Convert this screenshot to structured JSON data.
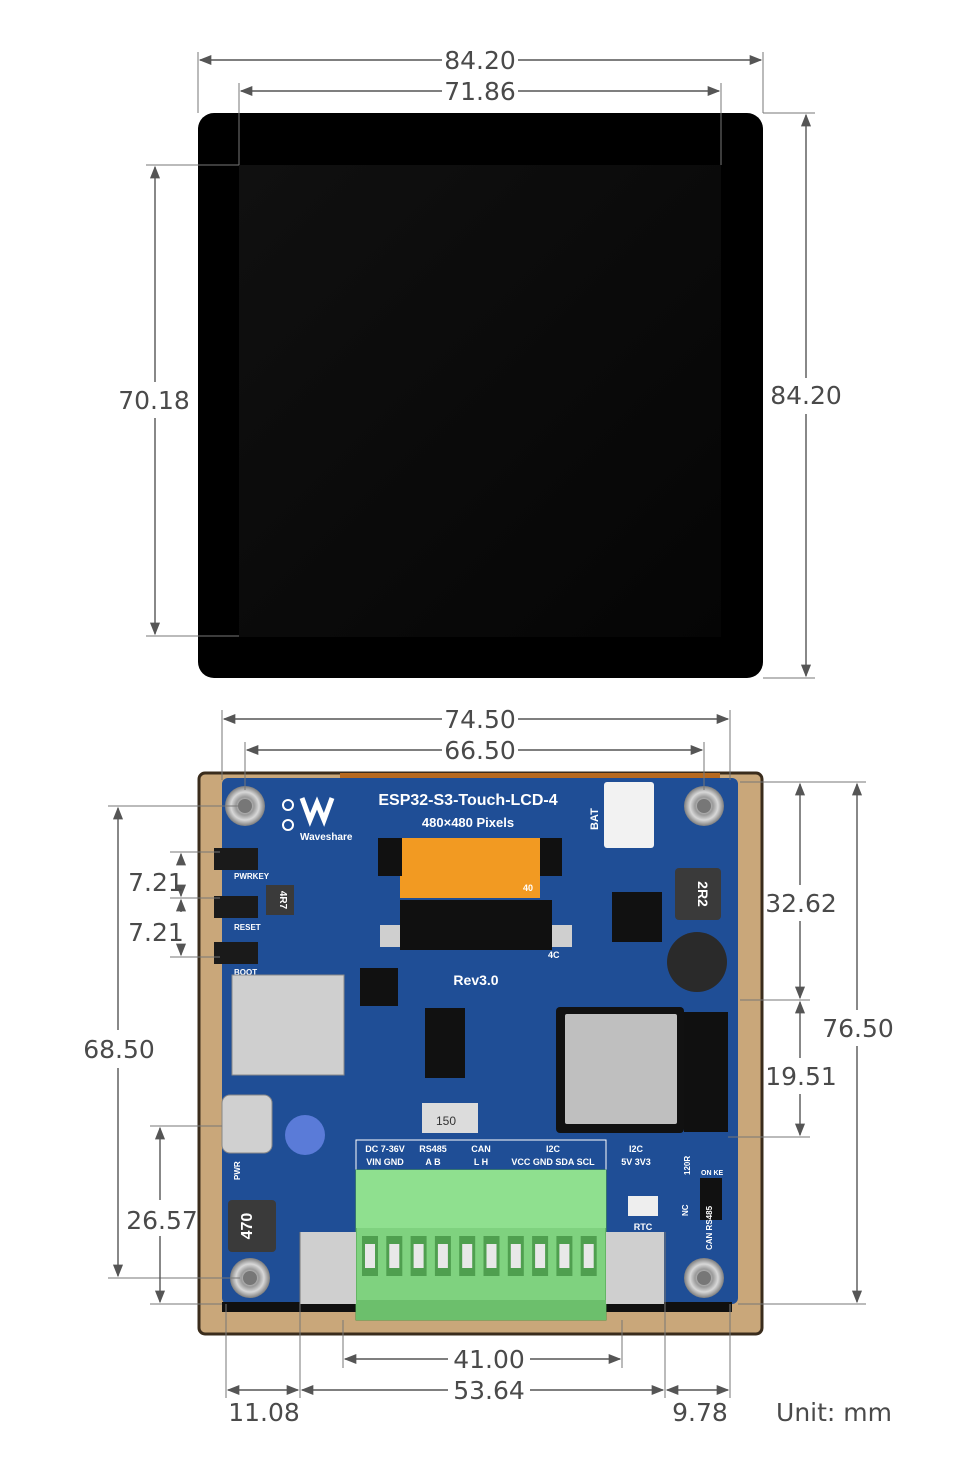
{
  "front": {
    "outer_width": "84.20",
    "display_width": "71.86",
    "display_height": "70.18",
    "outer_height": "84.20"
  },
  "back": {
    "mount_width": "74.50",
    "mount_width_inner": "66.50",
    "button_pitch_1": "7.21",
    "button_pitch_2": "7.21",
    "mount_height": "68.50",
    "usb_offset": "26.57",
    "top_to_module": "32.62",
    "module_height": "19.51",
    "board_height": "76.50",
    "terminal_width": "41.00",
    "left_offset": "11.08",
    "bottom_span": "53.64",
    "right_offset": "9.78",
    "unit": "Unit: mm"
  },
  "pcb": {
    "title": "ESP32-S3-Touch-LCD-4",
    "resolution": "480×480 Pixels",
    "brand": "Waveshare",
    "revision": "Rev3.0",
    "btn_pwrkey": "PWRKEY",
    "btn_reset": "RESET",
    "btn_boot": "BOOT",
    "bat_label": "BAT",
    "inductor_1": "2R2",
    "inductor_2": "4R7",
    "inductor_3": "470",
    "fuse": "150",
    "pwr_led": "PWR",
    "rtc": "RTC",
    "fpc_pin": "40",
    "fpc_pin_2": "4C",
    "terminal_groups": [
      {
        "head": "DC 7-36V",
        "sub": "VIN  GND"
      },
      {
        "head": "RS485",
        "sub": "A    B"
      },
      {
        "head": "CAN",
        "sub": "L    H"
      },
      {
        "head": "I2C",
        "sub": "VCC GND SDA SCL"
      },
      {
        "head": "I2C",
        "sub": "5V  3V3"
      }
    ],
    "switch_120r": "120R",
    "switch_on": "ON KE",
    "switch_nc": "NC",
    "switch_mode": "CAN RS485"
  },
  "colors": {
    "pcb_blue": "#1f4e96",
    "terminal_green": "#7fd27f",
    "screen_black": "#050505",
    "bezel": "#c9a77a"
  }
}
